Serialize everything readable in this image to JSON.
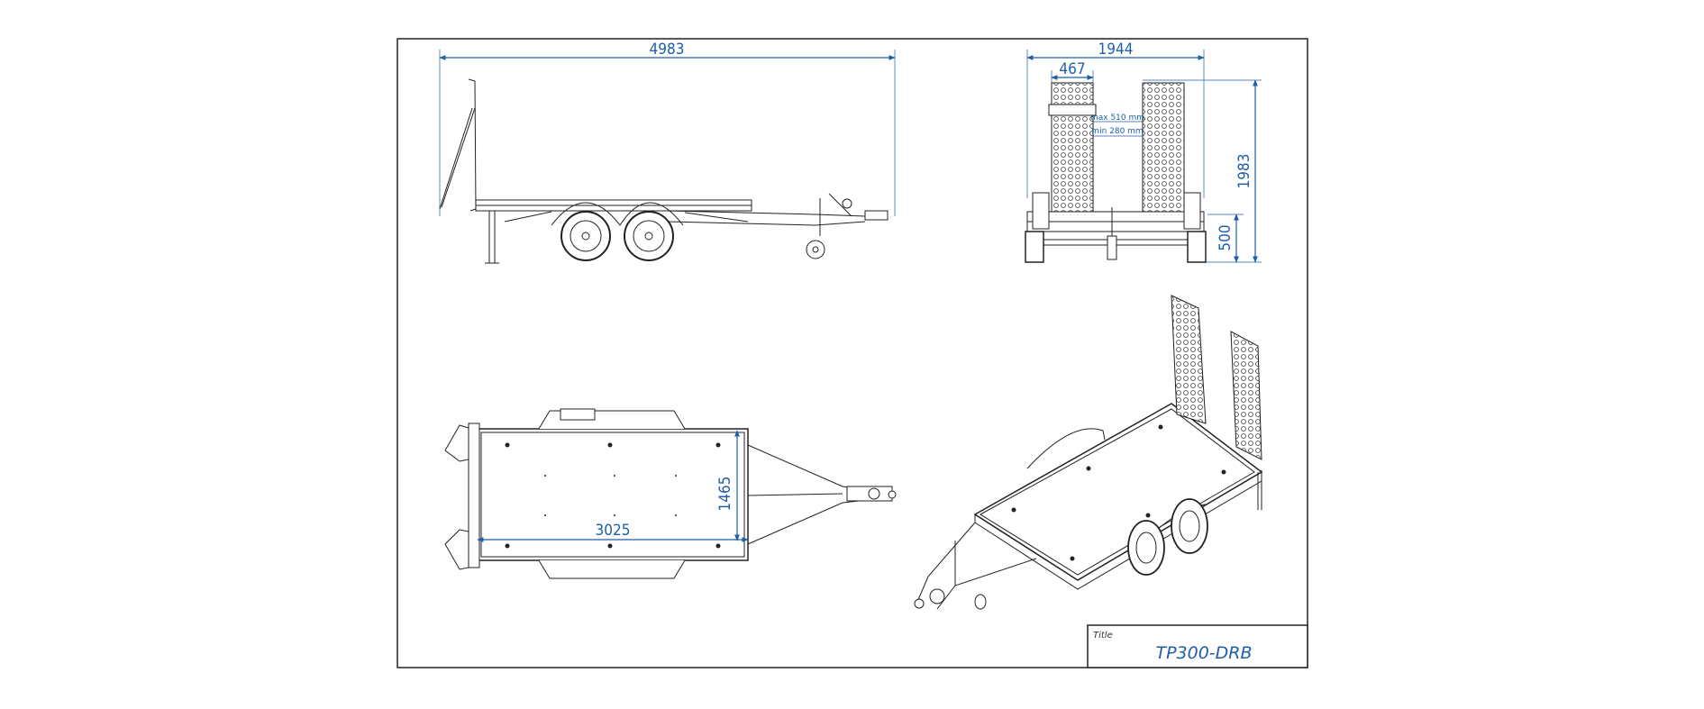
{
  "dimensions": {
    "side_length": "4983",
    "rear_width": "1944",
    "ramp_width": "467",
    "ramp_gap_max": "max 510 mm",
    "ramp_gap_min": "min 280 mm",
    "total_height": "1983",
    "deck_height": "500",
    "deck_width": "1465",
    "deck_length": "3025"
  },
  "title_block": {
    "label": "Title",
    "value": "TP300-DRB"
  },
  "colors": {
    "dimension": "#1f5fa8",
    "line": "#222222"
  }
}
